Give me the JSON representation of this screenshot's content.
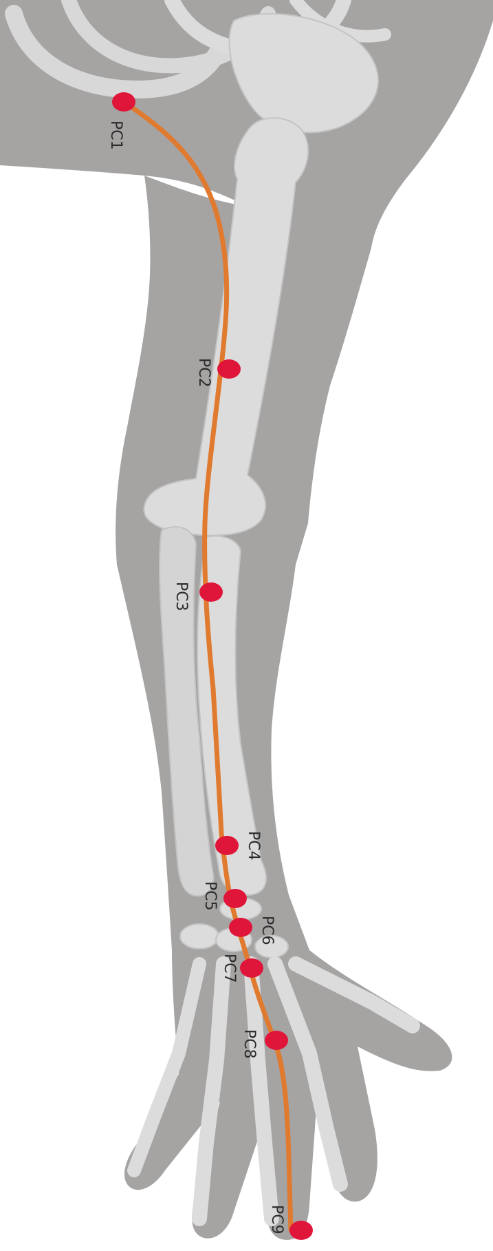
{
  "diagram": {
    "colors": {
      "background": "#ffffff",
      "body": "#a6a3a3",
      "body_dark": "#8f8c8c",
      "bone": "#dcdcdc",
      "bone_outline": "#c3c3c3",
      "meridian_line": "#e07a2f",
      "acupoint": "#e0153a"
    },
    "points": [
      {
        "id": "PC1",
        "label": "PC1"
      },
      {
        "id": "PC2",
        "label": "PC2"
      },
      {
        "id": "PC3",
        "label": "PC3"
      },
      {
        "id": "PC4",
        "label": "PC4"
      },
      {
        "id": "PC5",
        "label": "PC5"
      },
      {
        "id": "PC6",
        "label": "PC6"
      },
      {
        "id": "PC7",
        "label": "PC7"
      },
      {
        "id": "PC8",
        "label": "PC8"
      },
      {
        "id": "PC9",
        "label": "PC9"
      }
    ]
  }
}
